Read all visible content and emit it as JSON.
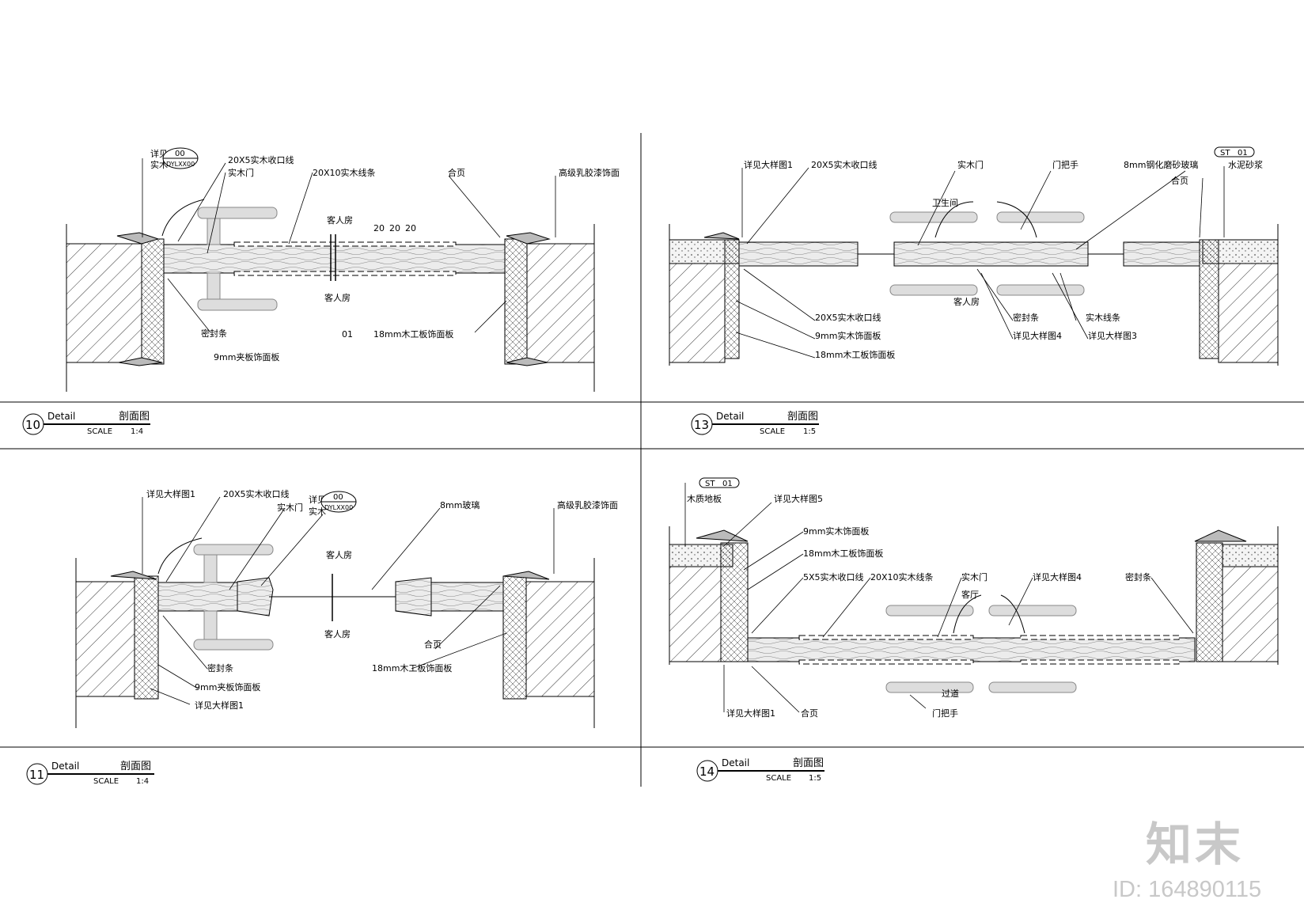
{
  "watermark": {
    "logo": "知末",
    "id": "ID: 164890115"
  },
  "panels": [
    {
      "number": "10",
      "word": "Detail",
      "title": "剖面图",
      "scale_label": "SCALE",
      "scale": "1:4",
      "tags": [
        "00",
        "DYLXX00"
      ],
      "labels": [
        "详见",
        "实木",
        "20X5实木收口线",
        "实木门",
        "20X10实木线条",
        "合页",
        "高级乳胶漆饰面",
        "客人房",
        "20",
        "20",
        "20",
        "客人房",
        "密封条",
        "9mm夹板饰面板",
        "01",
        "18mm木工板饰面板"
      ]
    },
    {
      "number": "13",
      "word": "Detail",
      "title": "剖面图",
      "scale_label": "SCALE",
      "scale": "1:5",
      "tags": [
        "ST",
        "01"
      ],
      "labels": [
        "详见大样图1",
        "20X5实木收口线",
        "实木门",
        "门把手",
        "8mm钢化磨砂玻璃",
        "卫生间",
        "合页",
        "水泥砂浆",
        "客人房",
        "20X5实木收口线",
        "9mm实木饰面板",
        "18mm木工板饰面板",
        "密封条",
        "详见大样图4",
        "实木线条",
        "详见大样图3"
      ]
    },
    {
      "number": "11",
      "word": "Detail",
      "title": "剖面图",
      "scale_label": "SCALE",
      "scale": "1:4",
      "tags": [
        "00",
        "DYLXX00"
      ],
      "labels": [
        "详见大样图1",
        "20X5实木收口线",
        "实木门",
        "详见",
        "实木",
        "8mm玻璃",
        "高级乳胶漆饰面",
        "客人房",
        "客人房",
        "密封条",
        "合页",
        "18mm木工板饰面板",
        "9mm夹板饰面板",
        "详见大样图1"
      ]
    },
    {
      "number": "14",
      "word": "Detail",
      "title": "剖面图",
      "scale_label": "SCALE",
      "scale": "1:5",
      "tags": [
        "ST",
        "01"
      ],
      "labels": [
        "木质地板",
        "详见大样图5",
        "9mm实木饰面板",
        "18mm木工板饰面板",
        "5X5实木收口线",
        "20X10实木线条",
        "实木门",
        "客厅",
        "详见大样图4",
        "密封条",
        "过道",
        "门把手",
        "详见大样图1",
        "合页"
      ]
    }
  ]
}
